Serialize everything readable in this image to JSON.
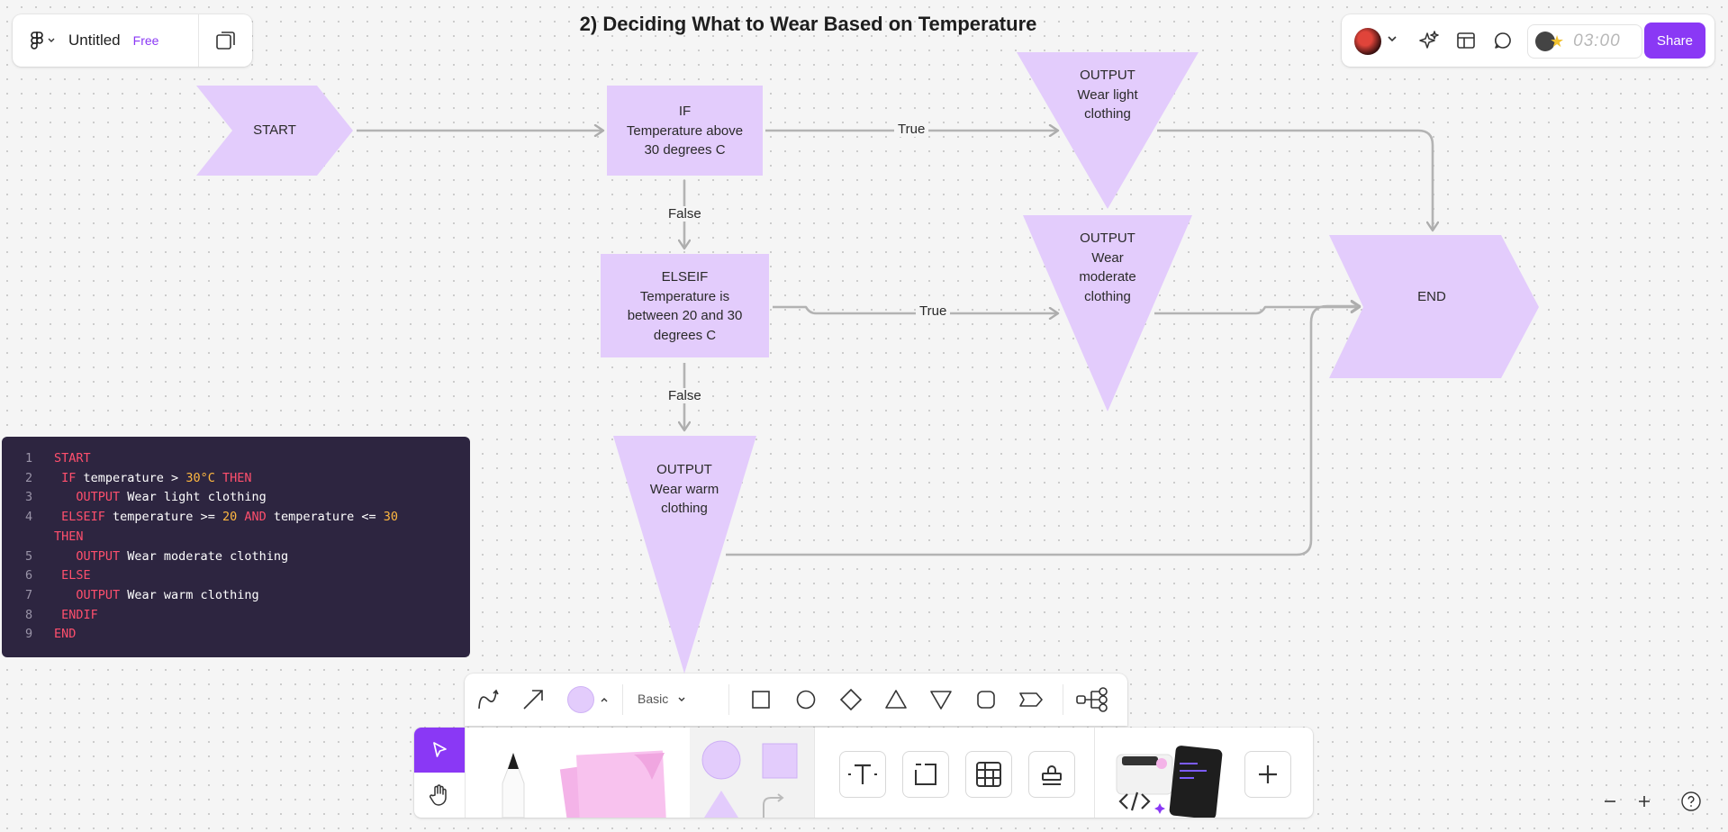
{
  "file": {
    "name": "Untitled",
    "plan_badge": "Free"
  },
  "board_title": "2) Deciding What to Wear Based on Temperature",
  "top_right": {
    "timer": "03:00",
    "share_label": "Share"
  },
  "flowchart": {
    "start": "START",
    "if_node": "IF\nTemperature above\n30 degrees C",
    "elseif_node": "ELSEIF\nTemperature is\nbetween 20 and 30\ndegrees C",
    "output_light": "OUTPUT\nWear light\nclothing",
    "output_moderate": "OUTPUT\nWear\nmoderate\nclothing",
    "output_warm": "OUTPUT\nWear warm\nclothing",
    "end": "END",
    "edge_true_1": "True",
    "edge_true_2": "True",
    "edge_false_1": "False",
    "edge_false_2": "False",
    "shape_color": "#e3ccfc"
  },
  "code": {
    "lines": [
      {
        "n": "1",
        "tokens": [
          {
            "t": "kw",
            "v": "START"
          }
        ]
      },
      {
        "n": "2",
        "tokens": [
          {
            "t": "kw",
            "v": " IF"
          },
          {
            "t": "plain",
            "v": " temperature > "
          },
          {
            "t": "num",
            "v": "30°C"
          },
          {
            "t": "kw",
            "v": " THEN"
          }
        ]
      },
      {
        "n": "3",
        "tokens": [
          {
            "t": "kw",
            "v": "   OUTPUT"
          },
          {
            "t": "plain",
            "v": " Wear light clothing"
          }
        ]
      },
      {
        "n": "4",
        "tokens": [
          {
            "t": "kw",
            "v": " ELSEIF"
          },
          {
            "t": "plain",
            "v": " temperature >= "
          },
          {
            "t": "num",
            "v": "20"
          },
          {
            "t": "kw",
            "v": " AND"
          },
          {
            "t": "plain",
            "v": " temperature <= "
          },
          {
            "t": "num",
            "v": "30"
          }
        ]
      },
      {
        "n": "",
        "tokens": [
          {
            "t": "kw",
            "v": "THEN"
          }
        ]
      },
      {
        "n": "5",
        "tokens": [
          {
            "t": "kw",
            "v": "   OUTPUT"
          },
          {
            "t": "plain",
            "v": " Wear moderate clothing"
          }
        ]
      },
      {
        "n": "6",
        "tokens": [
          {
            "t": "kw",
            "v": " ELSE"
          }
        ]
      },
      {
        "n": "7",
        "tokens": [
          {
            "t": "kw",
            "v": "   OUTPUT"
          },
          {
            "t": "plain",
            "v": " Wear warm clothing"
          }
        ]
      },
      {
        "n": "8",
        "tokens": [
          {
            "t": "kw",
            "v": " ENDIF"
          }
        ]
      },
      {
        "n": "9",
        "tokens": [
          {
            "t": "kw",
            "v": "END"
          }
        ]
      }
    ]
  },
  "shape_toolbar": {
    "style_label": "Basic"
  },
  "accent_color": "#8a38f5"
}
